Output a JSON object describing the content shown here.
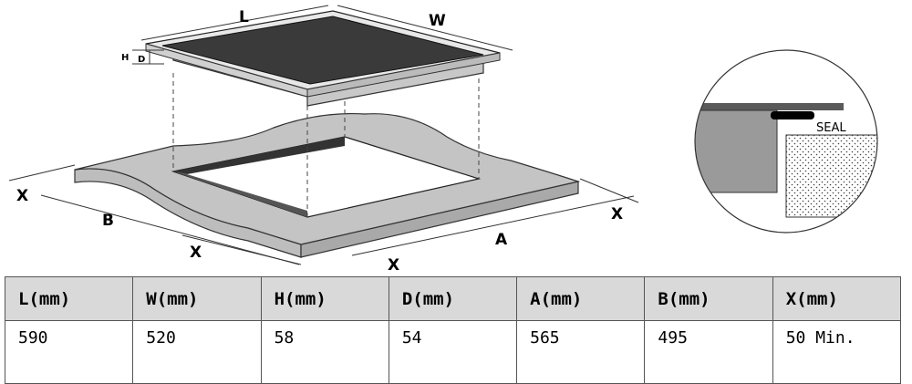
{
  "diagram": {
    "labels": {
      "L": "L",
      "W": "W",
      "H": "H",
      "D": "D",
      "A": "A",
      "B": "B",
      "X": "X",
      "seal": "SEAL"
    }
  },
  "table": {
    "headers": [
      "L(mm)",
      "W(mm)",
      "H(mm)",
      "D(mm)",
      "A(mm)",
      "B(mm)",
      "X(mm)"
    ],
    "values": [
      "590",
      "520",
      "58",
      "54",
      "565",
      "495",
      "50 Min."
    ]
  }
}
